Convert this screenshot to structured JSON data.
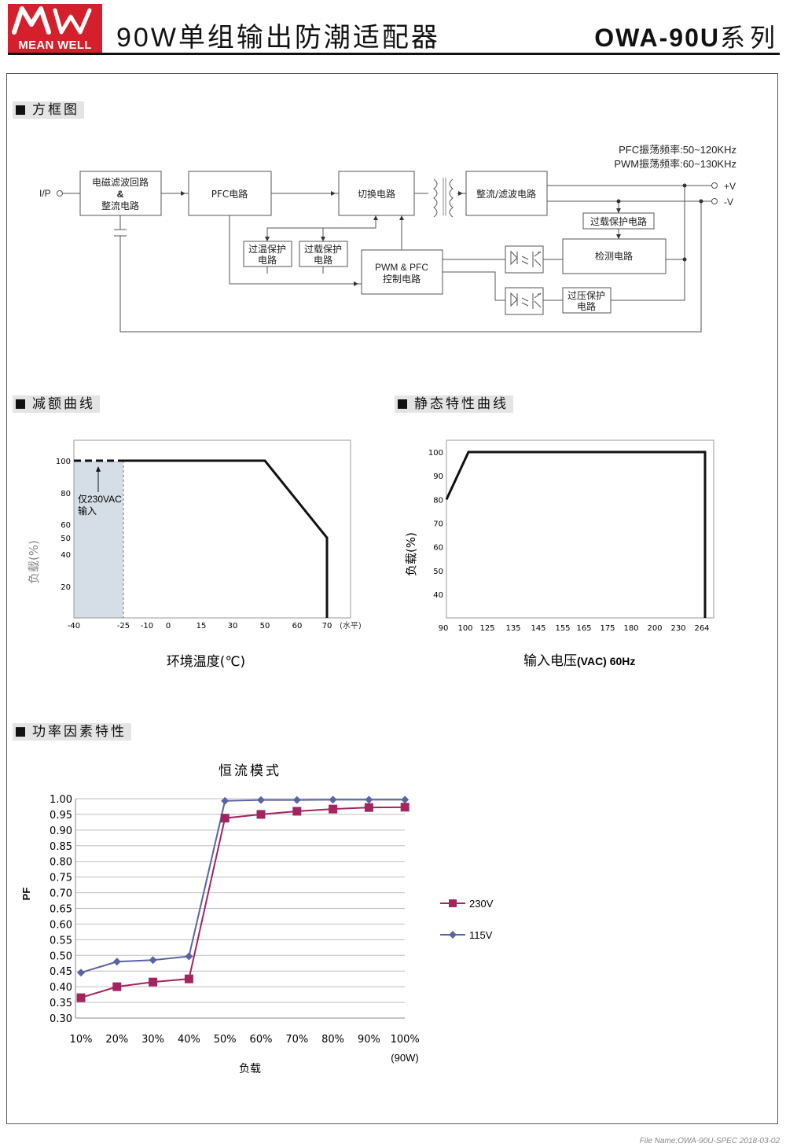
{
  "header": {
    "logo_text": "MEAN WELL",
    "title": "90W单组输出防潮适配器",
    "series_model": "OWA-90U",
    "series_suffix": "系列"
  },
  "colors": {
    "brand_red": "#d4202c",
    "series_230v": "#a3245e",
    "series_115v": "#5b64a3",
    "derating_shade": "#d5dde6"
  },
  "sections": {
    "block": "方框图",
    "derating": "减额曲线",
    "static": "静态特性曲线",
    "pf": "功率因素特性"
  },
  "block_diagram": {
    "pfc_freq": "PFC振荡频率:50~120KHz",
    "pwm_freq": "PWM振荡频率:60~130KHz",
    "ip": "I/P",
    "emi_l1": "电磁滤波回路",
    "emi_l2": "&",
    "emi_l3": "整流电路",
    "pfc": "PFC电路",
    "switch": "切换电路",
    "rect": "整流/滤波电路",
    "ocp_top": "过载保护电路",
    "detect": "检测电路",
    "otp_l1": "过温保护",
    "otp_l2": "电路",
    "olp_l1": "过载保护",
    "olp_l2": "电路",
    "ctrl_l1": "PWM & PFC",
    "ctrl_l2": "控制电路",
    "ovp_l1": "过压保护",
    "ovp_l2": "电路",
    "out_pos": "+V",
    "out_neg": "-V"
  },
  "chart_data": [
    {
      "type": "line",
      "name": "derating",
      "x_ticks": [
        "-40",
        "-25",
        "-10",
        "0",
        "15",
        "30",
        "50",
        "60",
        "70"
      ],
      "x_unit": "(水平)",
      "y_ticks": [
        "100",
        "80",
        "60",
        "50",
        "40",
        "20"
      ],
      "xlabel": "环境温度(℃)",
      "ylabel": "负载(%)",
      "annotation_l1": "仅230VAC",
      "annotation_l2": "输入",
      "dashed_segment": [
        [
          -40,
          100
        ],
        [
          -25,
          100
        ]
      ],
      "points": [
        [
          -25,
          100
        ],
        [
          50,
          100
        ],
        [
          70,
          50
        ],
        [
          70,
          0
        ]
      ],
      "shaded_x_range": [
        -40,
        -25
      ],
      "ylim": [
        0,
        100
      ]
    },
    {
      "type": "line",
      "name": "static",
      "x_ticks": [
        "90",
        "100",
        "125",
        "135",
        "145",
        "155",
        "165",
        "175",
        "180",
        "200",
        "230",
        "264"
      ],
      "y_ticks": [
        "100",
        "90",
        "80",
        "70",
        "60",
        "50",
        "40"
      ],
      "xlabel": "输入电压",
      "xlabel_unit": "(VAC) 60Hz",
      "ylabel": "负载(%)",
      "points": [
        [
          90,
          80
        ],
        [
          100,
          100
        ],
        [
          264,
          100
        ],
        [
          264,
          0
        ]
      ],
      "ylim": [
        40,
        100
      ]
    },
    {
      "type": "line",
      "name": "pf",
      "title": "恒流模式",
      "categories": [
        "10%",
        "20%",
        "30%",
        "40%",
        "50%",
        "60%",
        "70%",
        "80%",
        "90%",
        "100%"
      ],
      "x_extra_label": "(90W)",
      "y_ticks": [
        "1.00",
        "0.95",
        "0.90",
        "0.85",
        "0.80",
        "0.75",
        "0.70",
        "0.65",
        "0.60",
        "0.55",
        "0.50",
        "0.45",
        "0.40",
        "0.35",
        "0.30"
      ],
      "ylim": [
        0.3,
        1.0
      ],
      "xlabel": "负载",
      "ylabel": "PF",
      "series": [
        {
          "name": "230V",
          "values": [
            0.365,
            0.4,
            0.415,
            0.425,
            0.938,
            0.95,
            0.96,
            0.967,
            0.972,
            0.973
          ]
        },
        {
          "name": "115V",
          "values": [
            0.445,
            0.48,
            0.485,
            0.497,
            0.993,
            0.996,
            0.996,
            0.997,
            0.997,
            0.997
          ]
        }
      ]
    }
  ],
  "footer": "File Name:OWA-90U-SPEC   2018-03-02"
}
